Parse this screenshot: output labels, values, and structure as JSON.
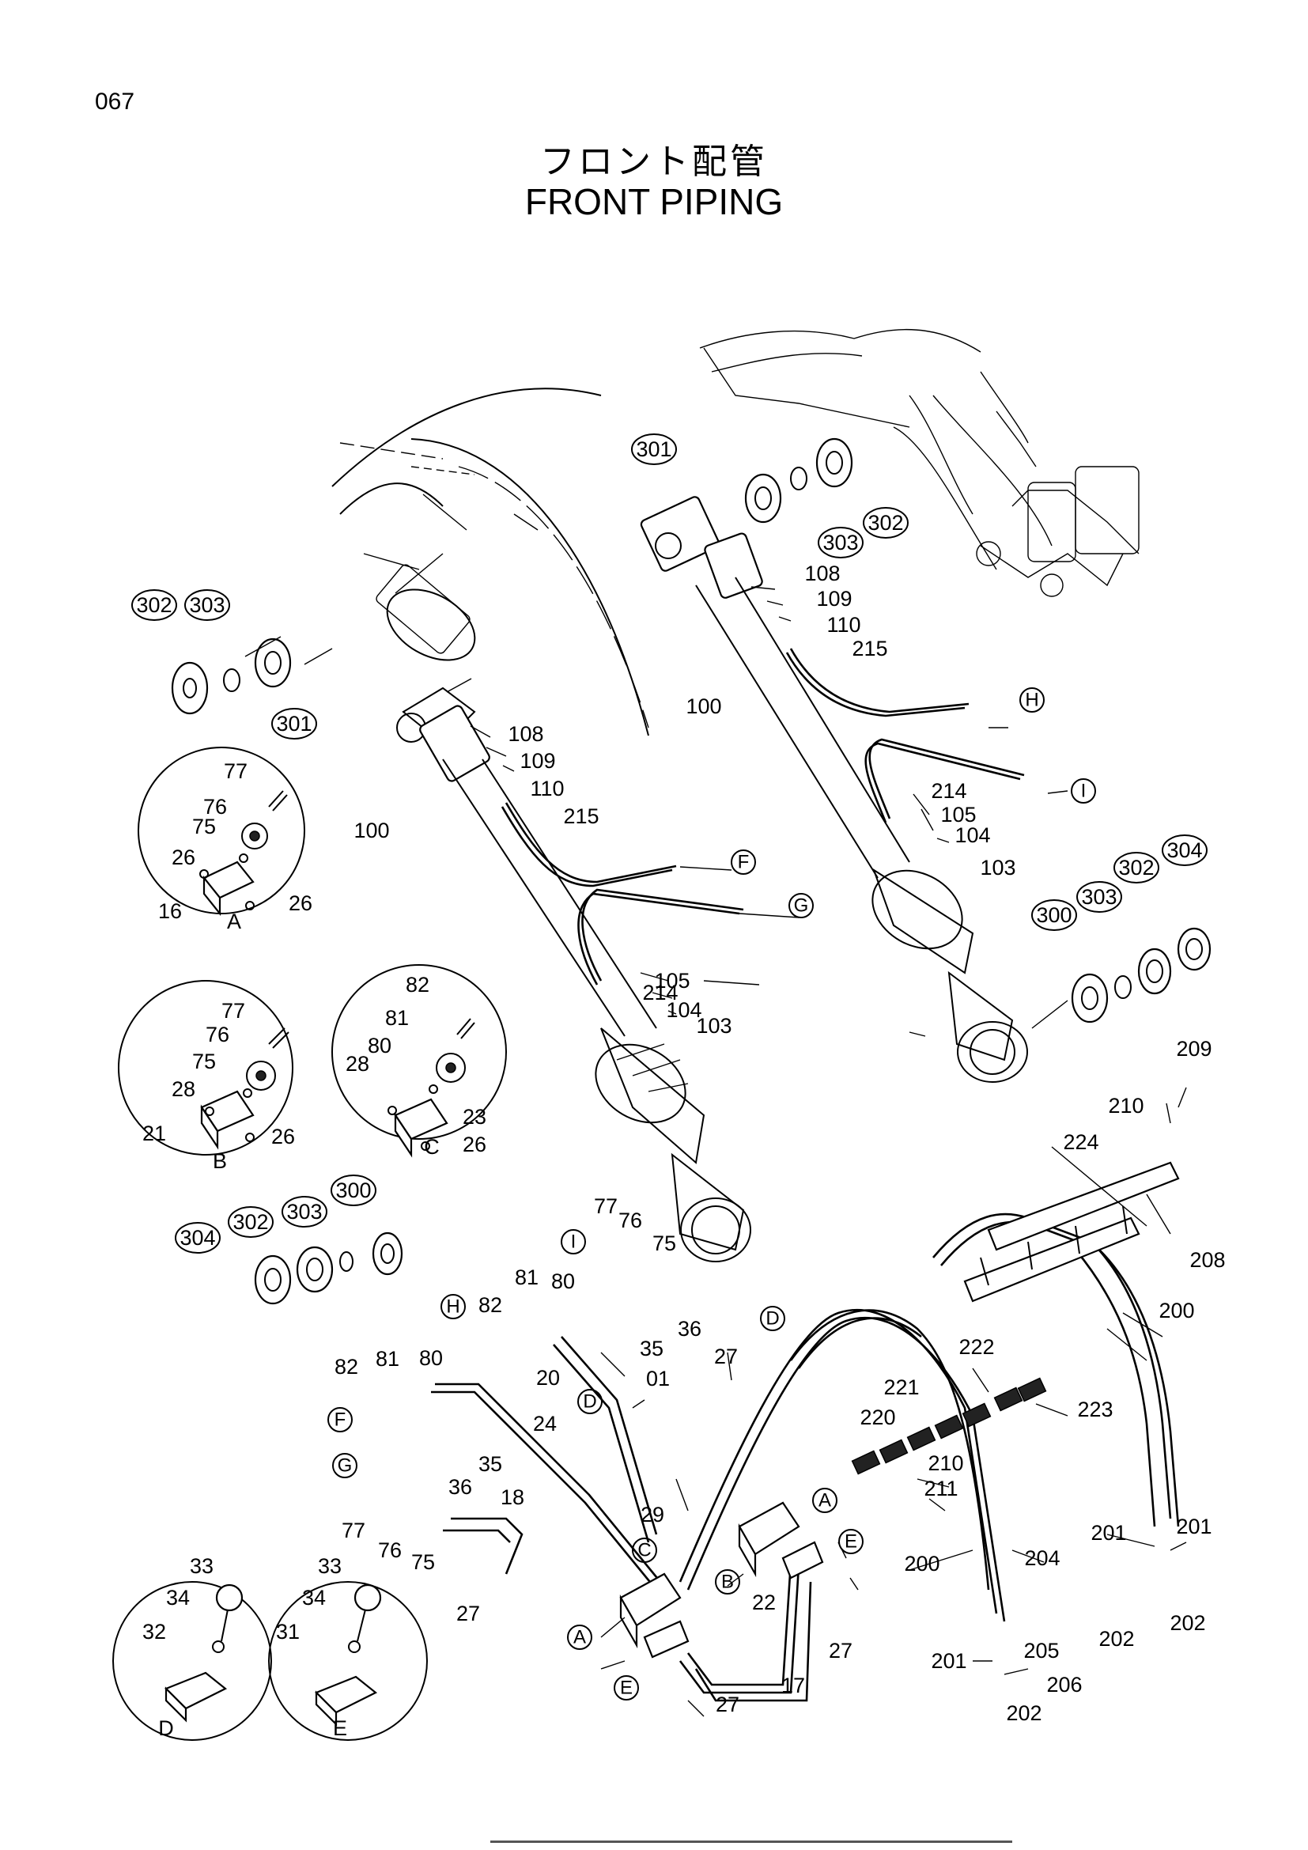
{
  "page_number": "067",
  "title_jp": "フロント配管",
  "title_en": "FRONT PIPING",
  "detail_view_labels": [
    "A",
    "B",
    "C",
    "D",
    "E"
  ],
  "part_numbers": [
    {
      "text": "100"
    },
    {
      "text": "108"
    },
    {
      "text": "109"
    },
    {
      "text": "110"
    },
    {
      "text": "215"
    },
    {
      "text": "214"
    },
    {
      "text": "105"
    },
    {
      "text": "104"
    },
    {
      "text": "103"
    },
    {
      "text": "100"
    },
    {
      "text": "108"
    },
    {
      "text": "109"
    },
    {
      "text": "110"
    },
    {
      "text": "215"
    },
    {
      "text": "214"
    },
    {
      "text": "105"
    },
    {
      "text": "104"
    },
    {
      "text": "103"
    },
    {
      "text": "77"
    },
    {
      "text": "76"
    },
    {
      "text": "75"
    },
    {
      "text": "26"
    },
    {
      "text": "16"
    },
    {
      "text": "26"
    },
    {
      "text": "77"
    },
    {
      "text": "76"
    },
    {
      "text": "75"
    },
    {
      "text": "28"
    },
    {
      "text": "21"
    },
    {
      "text": "26"
    },
    {
      "text": "82"
    },
    {
      "text": "81"
    },
    {
      "text": "80"
    },
    {
      "text": "28"
    },
    {
      "text": "23"
    },
    {
      "text": "26"
    },
    {
      "text": "77"
    },
    {
      "text": "76"
    },
    {
      "text": "75"
    },
    {
      "text": "82"
    },
    {
      "text": "81"
    },
    {
      "text": "80"
    },
    {
      "text": "36"
    },
    {
      "text": "35"
    },
    {
      "text": "01"
    },
    {
      "text": "27"
    },
    {
      "text": "20"
    },
    {
      "text": "82"
    },
    {
      "text": "81"
    },
    {
      "text": "80"
    },
    {
      "text": "24"
    },
    {
      "text": "35"
    },
    {
      "text": "36"
    },
    {
      "text": "29"
    },
    {
      "text": "77"
    },
    {
      "text": "76"
    },
    {
      "text": "75"
    },
    {
      "text": "18"
    },
    {
      "text": "27"
    },
    {
      "text": "22"
    },
    {
      "text": "27"
    },
    {
      "text": "17"
    },
    {
      "text": "27"
    },
    {
      "text": "33"
    },
    {
      "text": "34"
    },
    {
      "text": "32"
    },
    {
      "text": "33"
    },
    {
      "text": "34"
    },
    {
      "text": "31"
    },
    {
      "text": "209"
    },
    {
      "text": "210"
    },
    {
      "text": "224"
    },
    {
      "text": "208"
    },
    {
      "text": "200"
    },
    {
      "text": "222"
    },
    {
      "text": "221"
    },
    {
      "text": "223"
    },
    {
      "text": "220"
    },
    {
      "text": "210"
    },
    {
      "text": "211"
    },
    {
      "text": "200"
    },
    {
      "text": "204"
    },
    {
      "text": "201"
    },
    {
      "text": "201"
    },
    {
      "text": "202"
    },
    {
      "text": "202"
    },
    {
      "text": "201"
    },
    {
      "text": "205"
    },
    {
      "text": "206"
    },
    {
      "text": "202"
    }
  ],
  "circled_parts": [
    {
      "text": "301"
    },
    {
      "text": "303"
    },
    {
      "text": "302"
    },
    {
      "text": "302"
    },
    {
      "text": "303"
    },
    {
      "text": "301"
    },
    {
      "text": "300"
    },
    {
      "text": "303"
    },
    {
      "text": "302"
    },
    {
      "text": "304"
    },
    {
      "text": "304"
    },
    {
      "text": "302"
    },
    {
      "text": "303"
    },
    {
      "text": "300"
    }
  ],
  "connection_tags": [
    {
      "text": "H"
    },
    {
      "text": "I"
    },
    {
      "text": "F"
    },
    {
      "text": "G"
    },
    {
      "text": "I"
    },
    {
      "text": "H"
    },
    {
      "text": "F"
    },
    {
      "text": "G"
    },
    {
      "text": "D"
    },
    {
      "text": "D"
    },
    {
      "text": "C"
    },
    {
      "text": "A"
    },
    {
      "text": "A"
    },
    {
      "text": "B"
    },
    {
      "text": "E"
    },
    {
      "text": "E"
    }
  ]
}
